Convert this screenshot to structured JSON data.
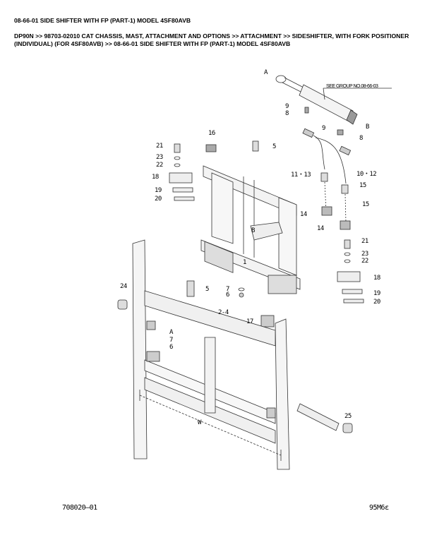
{
  "header": {
    "title": "08-66-01 SIDE SHIFTER WITH FP (PART-1) MODEL 4SF80AVB",
    "breadcrumb": "DP90N >> 98703-02010 CAT CHASSIS, MAST, ATTACHMENT AND OPTIONS >> ATTACHMENT >> SIDESHIFTER, WITH FORK POSITIONER (INDIVIDUAL) (FOR 4SF80AVB) >> 08-66-01 SIDE SHIFTER WITH FP (PART-1) MODEL 4SF80AVB"
  },
  "diagram": {
    "note": "SEE GROUP NO.08-66-03",
    "dimension": "W",
    "callouts": [
      "A",
      "B",
      "9",
      "8",
      "9",
      "8",
      "16",
      "21",
      "23",
      "22",
      "5",
      "18",
      "19",
      "20",
      "11・13",
      "10・12",
      "15",
      "15",
      "14",
      "14",
      "B",
      "21",
      "23",
      "22",
      "1",
      "18",
      "19",
      "20",
      "24",
      "5",
      "7",
      "6",
      "2-4",
      "17",
      "A",
      "7",
      "6",
      "25"
    ]
  },
  "footer": {
    "left_code": "708020–01",
    "right_code": "95M6ε"
  }
}
